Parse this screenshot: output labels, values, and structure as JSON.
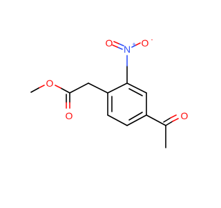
{
  "molecule": {
    "atoms": {
      "o_ester_single": "O",
      "o_ester_double": "O",
      "n_nitro": "N",
      "n_charge": "+",
      "o_nitro_double": "O",
      "o_nitro_single": "O",
      "o_nitro_charge": "-",
      "o_ketone": "O"
    },
    "colors": {
      "oxygen": "#ff0d0d",
      "nitrogen": "#3050f8",
      "bond": "#000000",
      "background": "#ffffff"
    }
  }
}
